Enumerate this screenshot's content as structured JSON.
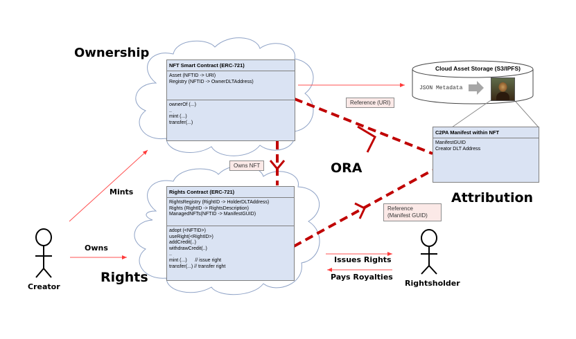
{
  "headings": {
    "ownership": "Ownership",
    "rights": "Rights",
    "ora": "ORA",
    "attribution": "Attribution"
  },
  "nft_contract": {
    "title": "NFT Smart Contract (ERC-721)",
    "attributes": [
      "Asset (NFTID -> URI)",
      "Registry (NFTID -> OwnerDLTAddress)"
    ],
    "methods": [
      "ownerOf (...)",
      "..",
      "mint (...)",
      "transfer(...)"
    ]
  },
  "rights_contract": {
    "title": "Rights Contract (ERC-721)",
    "attributes": [
      "RightsRegistry (RightID -> HolderDLTAddress)",
      "Rights (RightID -> RightsDescription)",
      "ManagedNFTs(NFTID -> ManifestGUID)"
    ],
    "methods": [
      "adopt (<NFTID>)",
      "useRight(<RightID>)",
      "addCredit(..)",
      "withdrawCredit(..)",
      "..",
      "mint (...)      // issue right",
      "transfer(...) // transfer right"
    ]
  },
  "c2pa_manifest": {
    "title": "C2PA Manifest within NFT",
    "attributes": [
      "ManifestGUID",
      "Creator DLT Address"
    ]
  },
  "storage": {
    "title": "Cloud Asset Storage (S3/IPFS)",
    "content": "JSON Metadata",
    "image": "mona-lisa-artwork"
  },
  "labels": {
    "reference_uri": "Reference (URI)",
    "owns_nft": "Owns NFT",
    "reference_manifest_line1": "Reference",
    "reference_manifest_line2": "(Manifest GUID)",
    "mints": "Mints",
    "owns": "Owns",
    "issues_rights": "Issues Rights",
    "pays_royalties": "Pays Royalties"
  },
  "actors": {
    "creator": "Creator",
    "rightsholder": "Rightsholder"
  },
  "colors": {
    "box_fill": "#dae3f3",
    "dashed_arrow": "#c00000",
    "thin_arrow": "#ff5050",
    "cloud_stroke": "#8ea2c6",
    "label_fill": "#fbe9e7"
  }
}
